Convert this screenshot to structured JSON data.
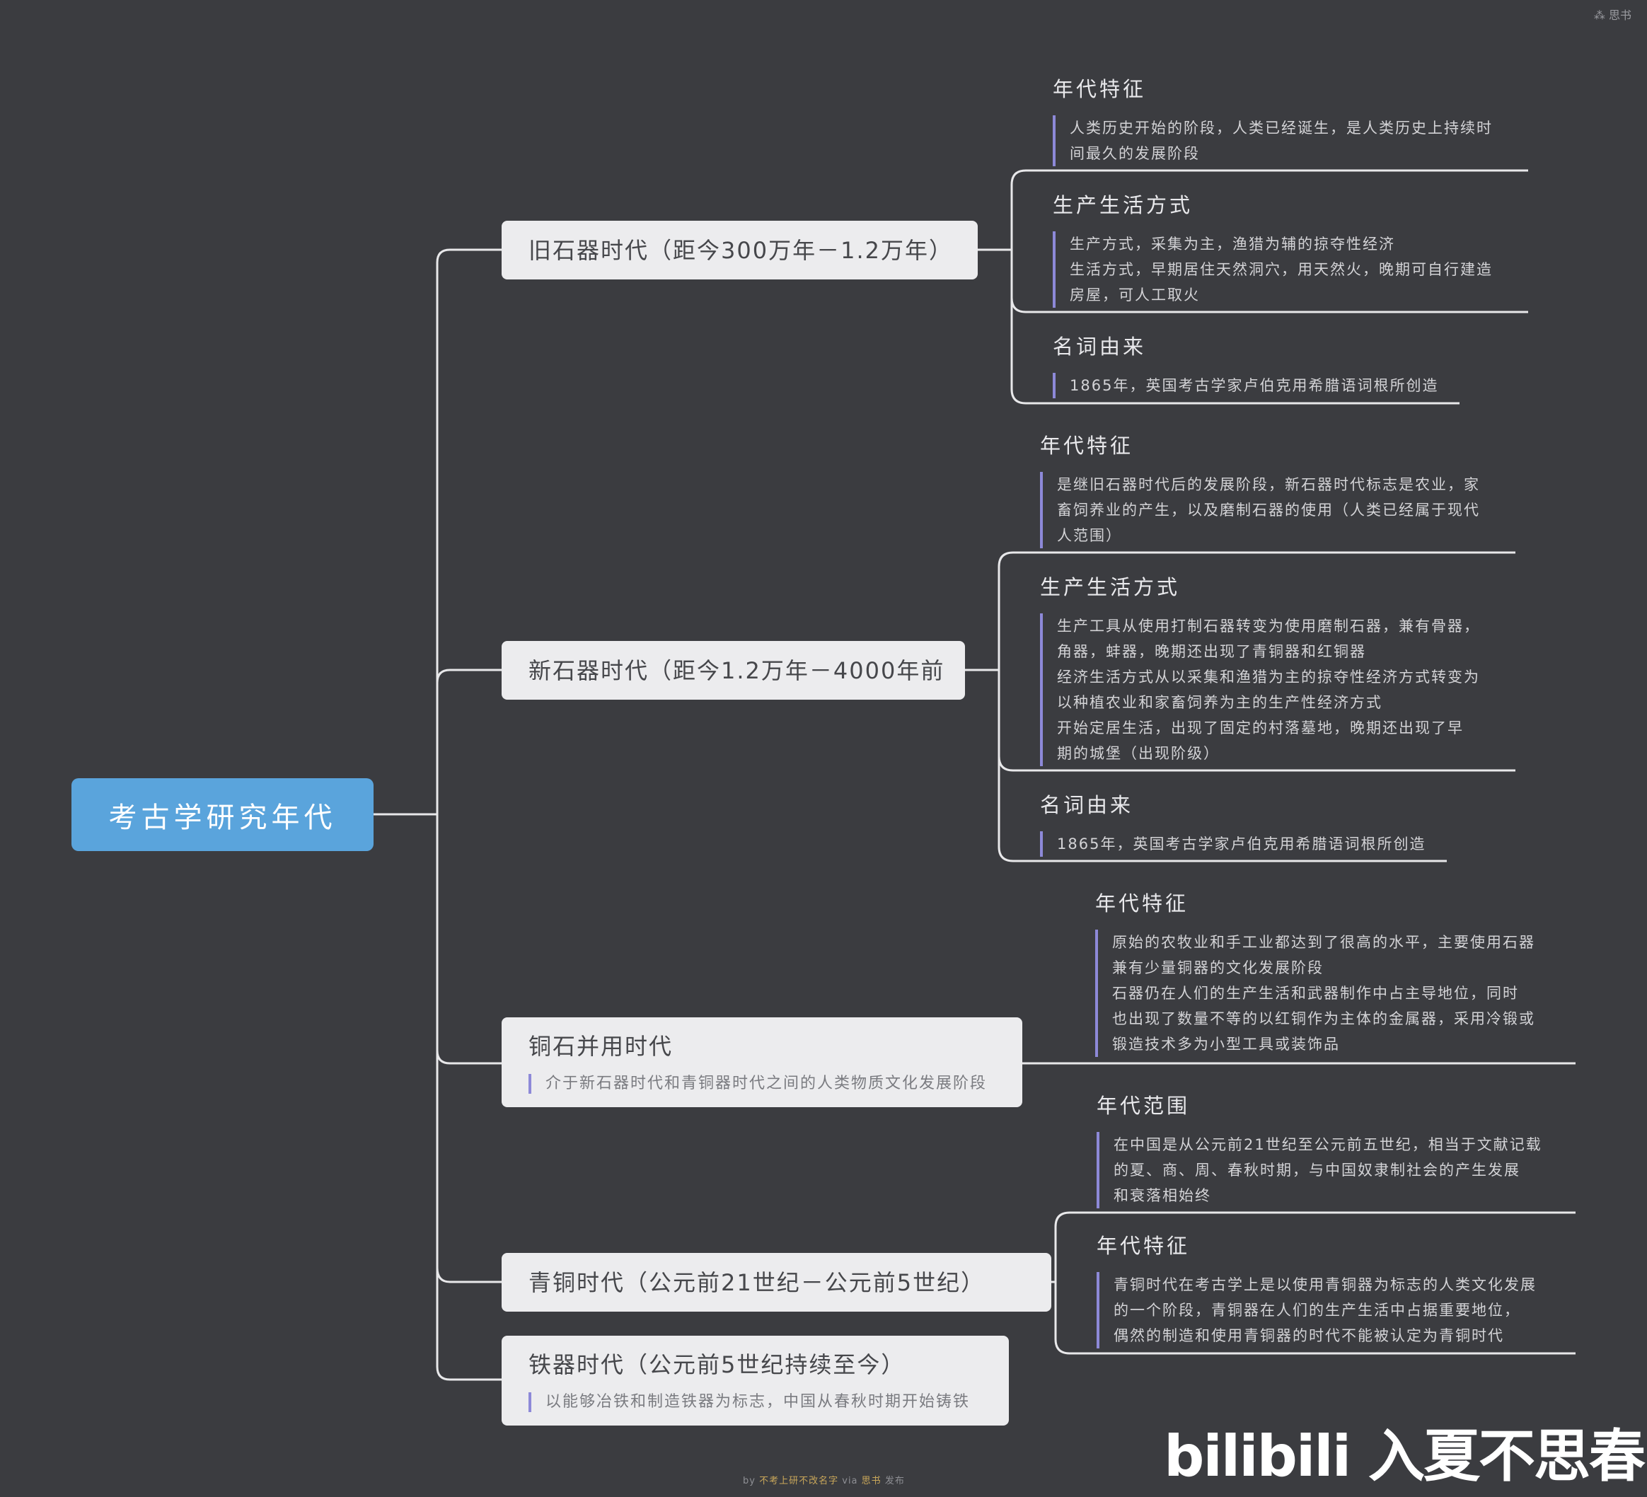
{
  "logo": {
    "icon": "mindmap-logo-icon",
    "text": "思书"
  },
  "root": {
    "label": "考古学研究年代"
  },
  "branches": [
    {
      "title": "旧石器时代（距今300万年－1.2万年）",
      "topics": [
        {
          "label": "年代特征",
          "note": [
            "人类历史开始的阶段，人类已经诞生，是人类历史上持续时",
            "间最久的发展阶段"
          ]
        },
        {
          "label": "生产生活方式",
          "note": [
            "生产方式，采集为主，渔猎为辅的掠夺性经济",
            "生活方式，早期居住天然洞穴，用天然火，晚期可自行建造",
            "房屋，可人工取火"
          ]
        },
        {
          "label": "名词由来",
          "note": [
            "1865年，英国考古学家卢伯克用希腊语词根所创造"
          ]
        }
      ]
    },
    {
      "title": "新石器时代（距今1.2万年－4000年前",
      "topics": [
        {
          "label": "年代特征",
          "note": [
            "是继旧石器时代后的发展阶段，新石器时代标志是农业，家",
            "畜饲养业的产生，以及磨制石器的使用（人类已经属于现代",
            "人范围）"
          ]
        },
        {
          "label": "生产生活方式",
          "note": [
            "生产工具从使用打制石器转变为使用磨制石器，兼有骨器，",
            "角器，蚌器，晚期还出现了青铜器和红铜器",
            "经济生活方式从以采集和渔猎为主的掠夺性经济方式转变为",
            "以种植农业和家畜饲养为主的生产性经济方式",
            "开始定居生活，出现了固定的村落墓地，晚期还出现了早",
            "期的城堡（出现阶级）"
          ]
        },
        {
          "label": "名词由来",
          "note": [
            "1865年，英国考古学家卢伯克用希腊语词根所创造"
          ]
        }
      ]
    },
    {
      "title": "铜石并用时代",
      "note": "介于新石器时代和青铜器时代之间的人类物质文化发展阶段",
      "topics": [
        {
          "label": "年代特征",
          "note": [
            "原始的农牧业和手工业都达到了很高的水平，主要使用石器",
            "兼有少量铜器的文化发展阶段",
            "石器仍在人们的生产生活和武器制作中占主导地位，同时",
            "也出现了数量不等的以红铜作为主体的金属器，采用冷锻或",
            "锻造技术多为小型工具或装饰品"
          ]
        }
      ]
    },
    {
      "title": "青铜时代（公元前21世纪－公元前5世纪）",
      "topics": [
        {
          "label": "年代范围",
          "note": [
            "在中国是从公元前21世纪至公元前五世纪，相当于文献记载",
            "的夏、商、周、春秋时期，与中国奴隶制社会的产生发展",
            "和衰落相始终"
          ]
        },
        {
          "label": "年代特征",
          "note": [
            "青铜时代在考古学上是以使用青铜器为标志的人类文化发展",
            "的一个阶段，青铜器在人们的生产生活中占据重要地位，",
            "偶然的制造和使用青铜器的时代不能被认定为青铜时代"
          ]
        }
      ]
    },
    {
      "title": "铁器时代（公元前5世纪持续至今）",
      "note": "以能够冶铁和制造铁器为标志，中国从春秋时期开始铸铁"
    }
  ],
  "footer": {
    "prefix": "by",
    "highlight": "不考上研不改名字",
    "mid": "via",
    "brand": "思书",
    "suffix": "发布"
  },
  "watermark": "bilibili 入夏不思春"
}
